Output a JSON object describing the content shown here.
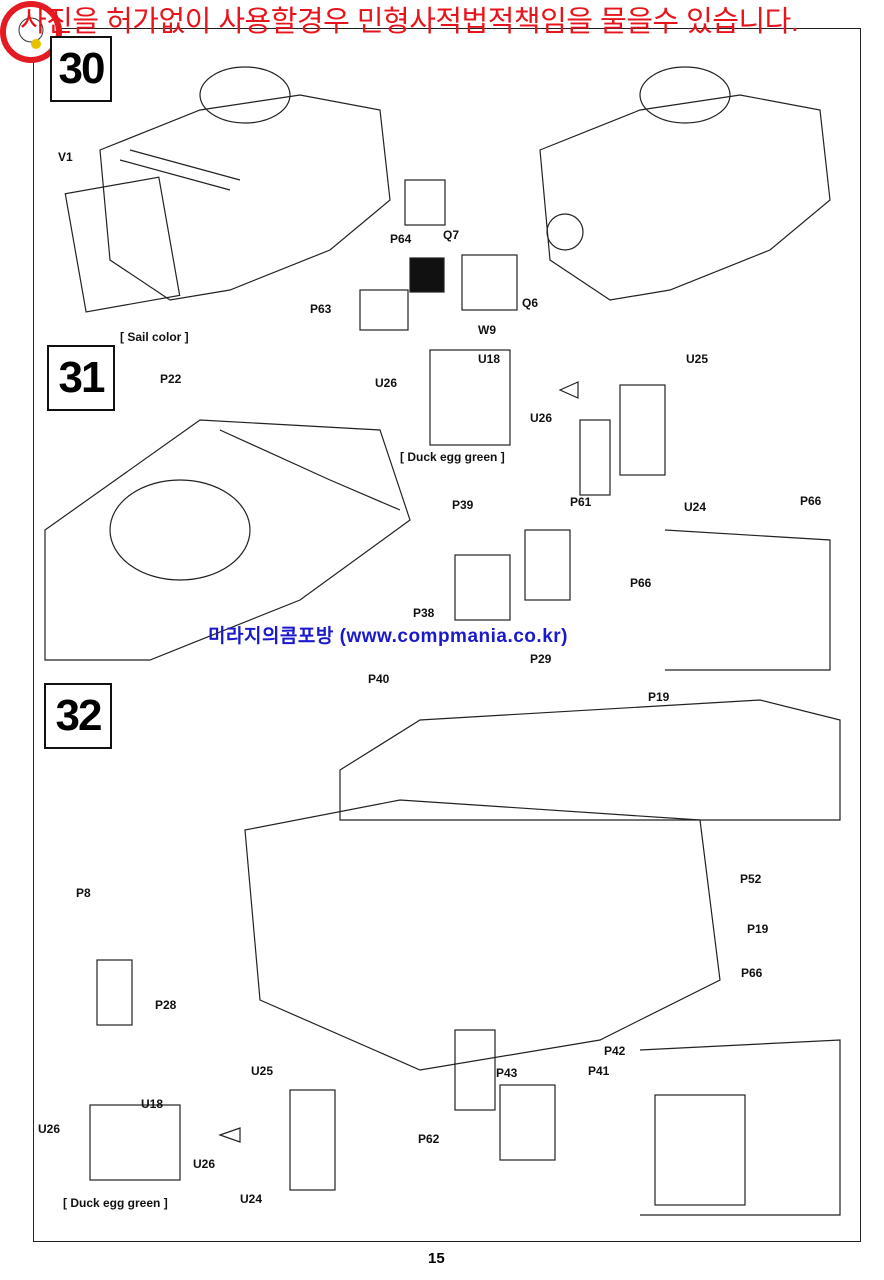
{
  "watermark_top": "사진을 허가없이 사용할경우 민형사적법적책임을 물을수 있습니다.",
  "watermark_mid": "미라지의콤포방 (www.compmania.co.kr)",
  "steps": {
    "s30": "30",
    "s31": "31",
    "s32": "32"
  },
  "labels": {
    "v1": "V1",
    "sail": "[ Sail color ]",
    "p64": "P64",
    "q7": "Q7",
    "p63": "P63",
    "w9": "W9",
    "q6": "Q6",
    "p22": "P22",
    "u26a": "U26",
    "u18a": "U18",
    "u26b": "U26",
    "duck1": "[ Duck egg green ]",
    "u25a": "U25",
    "p61": "P61",
    "u24a": "U24",
    "p39": "P39",
    "p38": "P38",
    "p29": "P29",
    "p40": "P40",
    "p66a": "P66",
    "p66b": "P66",
    "p19a": "P19",
    "p8": "P8",
    "p28": "P28",
    "p52": "P52",
    "p19b": "P19",
    "p66c": "P66",
    "u25b": "U25",
    "p42": "P42",
    "p41": "P41",
    "p43": "P43",
    "u18b": "U18",
    "u26c": "U26",
    "u26d": "U26",
    "p62": "P62",
    "duck2": "[ Duck egg green ]",
    "u24b": "U24"
  },
  "page_number": "15"
}
